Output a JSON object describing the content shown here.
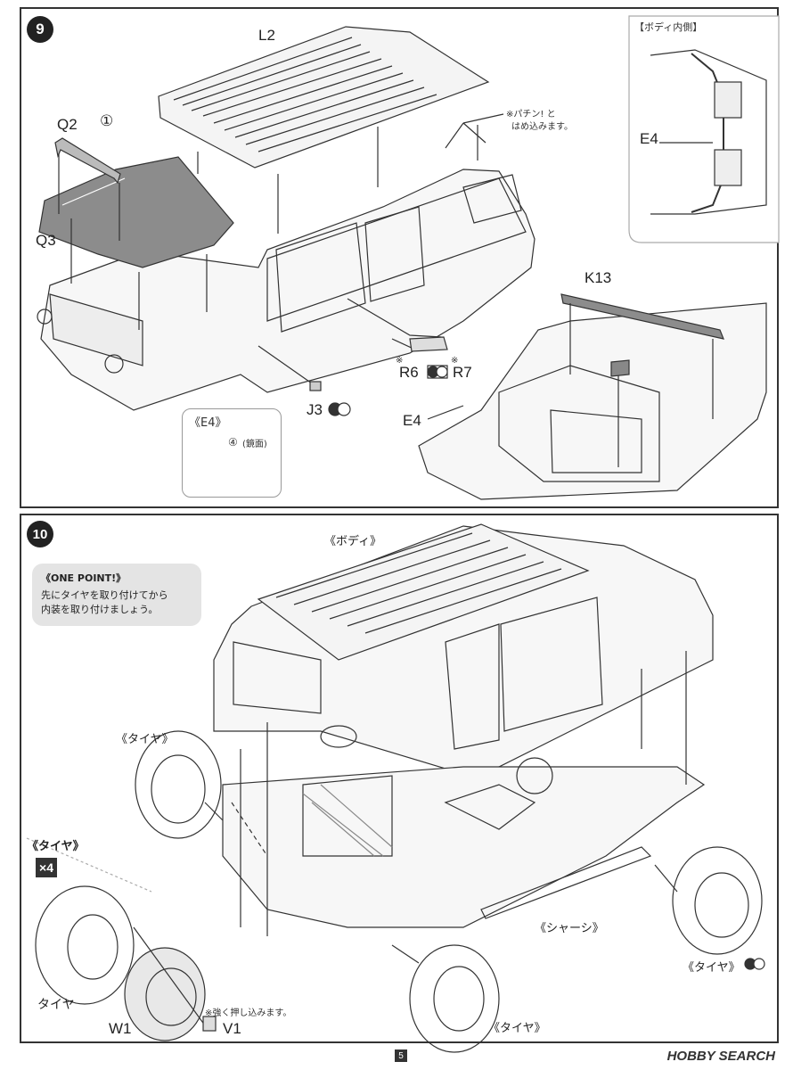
{
  "page_number": "5",
  "watermark": "HOBBY SEARCH",
  "step9": {
    "number": "9",
    "labels": {
      "L2": "L2",
      "Q2": "Q2",
      "Q3": "Q3",
      "circ1": "①",
      "J3": "J3",
      "R6": "R6",
      "R7": "R7",
      "K13": "K13",
      "E4_main": "E4",
      "E4_inset": "E4"
    },
    "note_snap": [
      "※パチン! と",
      "はめ込みます。"
    ],
    "r_marks": [
      "※",
      "※"
    ],
    "inset_body_title": "【ボディ内側】",
    "inset_e4": {
      "title": "《E4》",
      "circ4": "④",
      "note": "(鏡面)"
    }
  },
  "step10": {
    "number": "10",
    "body_label": "《ボディ》",
    "chassis_label": "《シャーシ》",
    "tire_labels": [
      "《タイヤ》",
      "《タイヤ》",
      "《タイヤ》"
    ],
    "one_point": {
      "title": "《ONE POINT!》",
      "lines": [
        "先にタイヤを取り付けてから",
        "内装を取り付けましょう。"
      ]
    },
    "tire_assembly": {
      "title": "《タイヤ》",
      "count": "×4",
      "tire": "タイヤ",
      "w1": "W1",
      "v1": "V1",
      "note": "※強く押し込みます。"
    }
  },
  "colors": {
    "line": "#333333",
    "part_fill": "#e8e8e8",
    "dark_part": "#8c8c8c",
    "inset_bg": "#e4e4e4"
  }
}
